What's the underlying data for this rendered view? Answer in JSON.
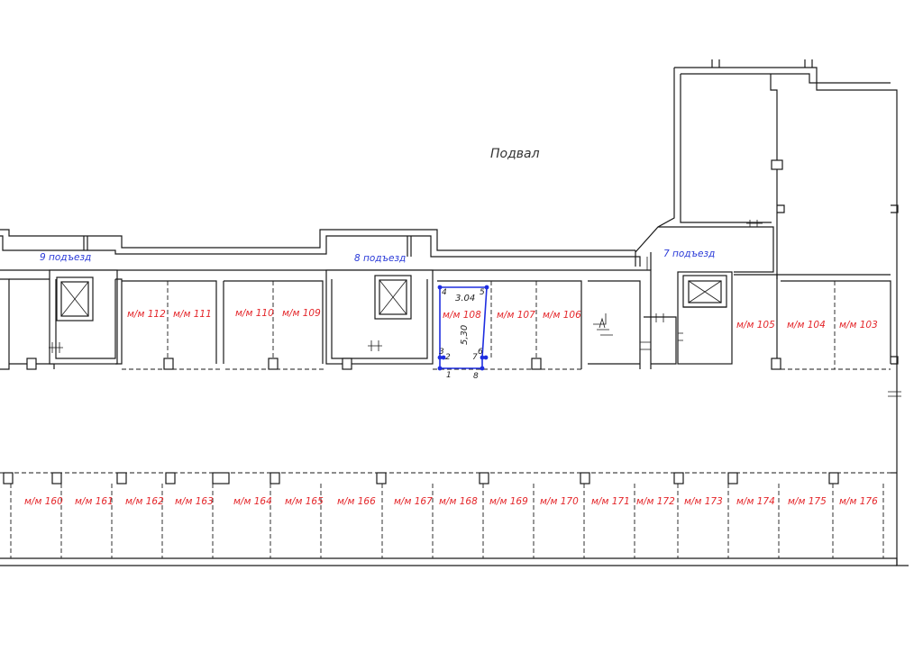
{
  "title": "Подвал",
  "entrances": [
    "9 подъезд",
    "8 подъезд",
    "7 подъезд"
  ],
  "top_spaces": [
    "м/м 112",
    "м/м 111",
    "м/м 110",
    "м/м 109",
    "м/м 108",
    "м/м 107",
    "м/м 106",
    "м/м 105",
    "м/м 104",
    "м/м 103"
  ],
  "bottom_spaces": [
    "м/м 160",
    "м/м 161",
    "м/м 162",
    "м/м 163",
    "м/м 164",
    "м/м 165",
    "м/м 166",
    "м/м 167",
    "м/м 168",
    "м/м 169",
    "м/м 170",
    "м/м 171",
    "м/м 172",
    "м/м 173",
    "м/м 174",
    "м/м 175",
    "м/м 176"
  ],
  "selection": {
    "space": "м/м 108",
    "width_label": "3.04",
    "length_label": "5,30",
    "points": [
      "1",
      "2",
      "3",
      "4",
      "5",
      "6",
      "7",
      "8"
    ]
  },
  "colors": {
    "space_label": "#e4262a",
    "entrance_label": "#2a3ad8",
    "selection": "#1f2ee0",
    "lines": "#1a1a1a"
  }
}
